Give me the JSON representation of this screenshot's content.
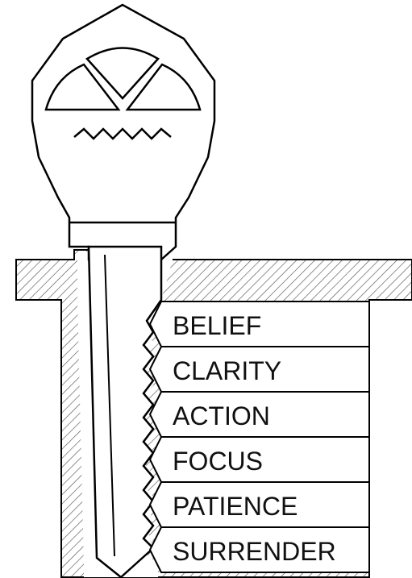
{
  "diagram": {
    "pins": [
      {
        "label": "BELIEF"
      },
      {
        "label": "CLARITY"
      },
      {
        "label": "ACTION"
      },
      {
        "label": "FOCUS"
      },
      {
        "label": "PATIENCE"
      },
      {
        "label": "SURRENDER"
      }
    ],
    "colors": {
      "stroke": "#000000",
      "fill": "#ffffff",
      "hatch": "#555555"
    }
  }
}
